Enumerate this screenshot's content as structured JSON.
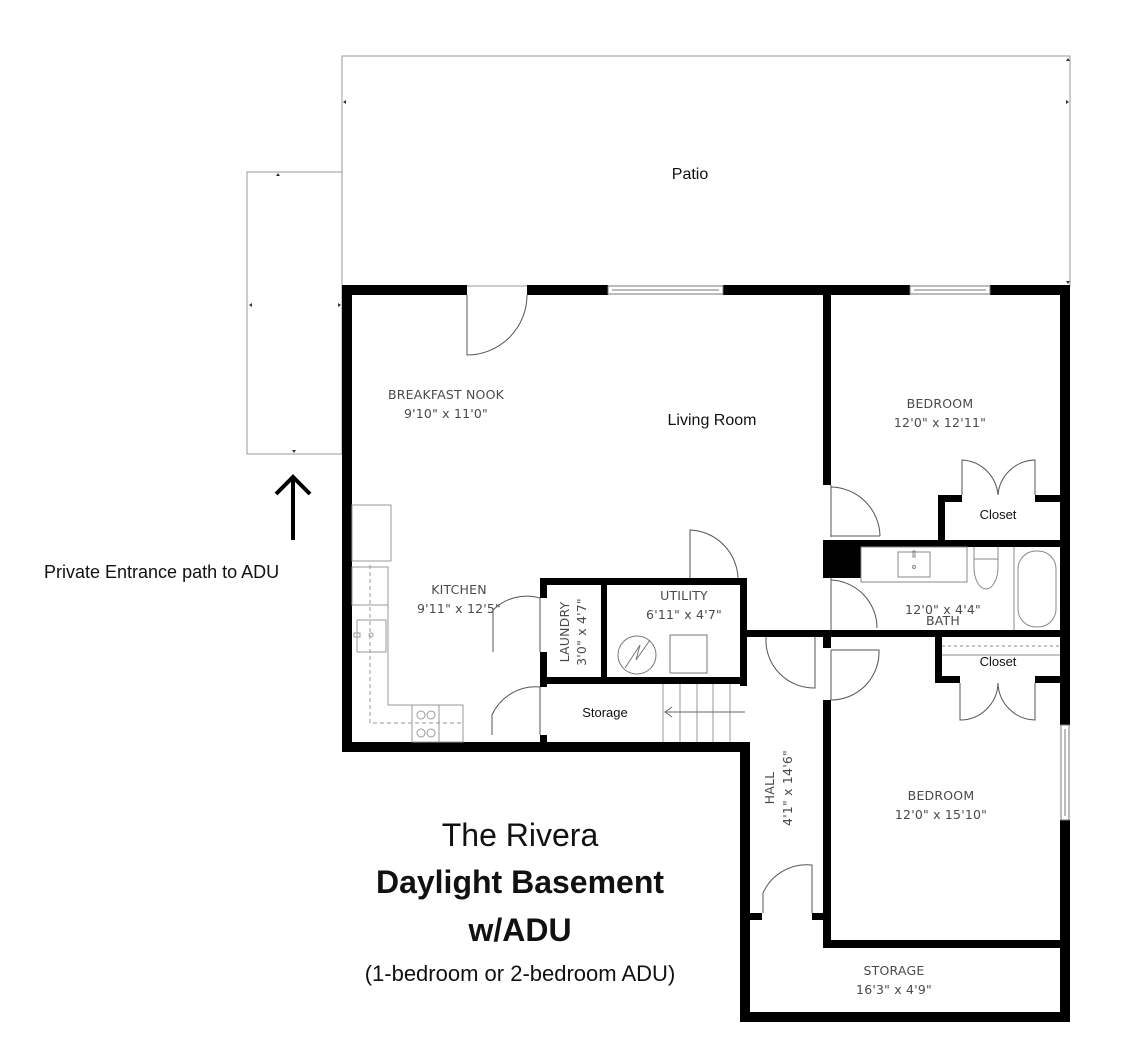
{
  "plan": {
    "outdoor": {
      "patio": {
        "label": "Patio"
      },
      "entrance_note": "Private Entrance path to ADU"
    },
    "rooms": [
      {
        "id": "breakfast-nook",
        "name": "BREAKFAST NOOK",
        "size": "9'10\" x 11'0\""
      },
      {
        "id": "living-room",
        "name": "Living Room",
        "size": ""
      },
      {
        "id": "bedroom-1",
        "name": "BEDROOM",
        "size": "12'0\" x 12'11\""
      },
      {
        "id": "closet-1",
        "name": "Closet",
        "size": ""
      },
      {
        "id": "bath",
        "name": "BATH",
        "size": "12'0\" x 4'4\""
      },
      {
        "id": "closet-2",
        "name": "Closet",
        "size": ""
      },
      {
        "id": "kitchen",
        "name": "KITCHEN",
        "size": "9'11\" x 12'5\""
      },
      {
        "id": "laundry",
        "name": "LAUNDRY",
        "size": "3'0\" x 4'7\""
      },
      {
        "id": "utility",
        "name": "UTILITY",
        "size": "6'11\" x 4'7\""
      },
      {
        "id": "storage-small",
        "name": "Storage",
        "size": ""
      },
      {
        "id": "hall",
        "name": "HALL",
        "size": "4'1\" x 14'6\""
      },
      {
        "id": "bedroom-2",
        "name": "BEDROOM",
        "size": "12'0\" x 15'10\""
      },
      {
        "id": "storage-large",
        "name": "STORAGE",
        "size": "16'3\" x 4'9\""
      }
    ]
  },
  "title": {
    "name": "The Rivera",
    "line1": "Daylight Basement",
    "line2": "w/ADU",
    "subtitle": "(1-bedroom or 2-bedroom ADU)"
  },
  "colors": {
    "wall": "#000000",
    "thin_line": "#8a8a8a",
    "label": "#4a4a4a",
    "background": "#ffffff"
  }
}
